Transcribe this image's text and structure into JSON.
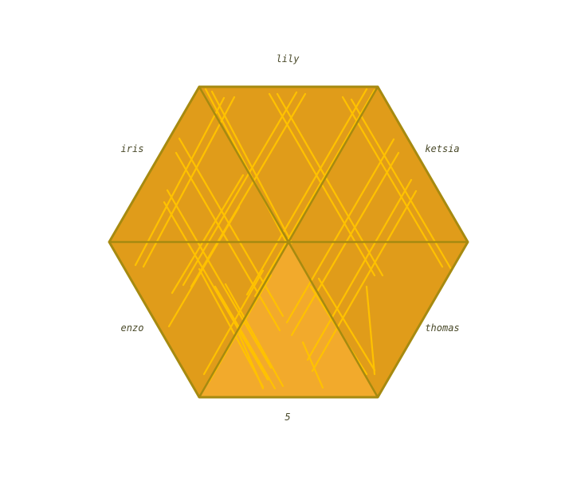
{
  "colors": {
    "face": "#E09C1A",
    "face_highlight": "#F2AA2C",
    "edge": "#A68A10",
    "hatch": "#FFC200",
    "label": "#4a4a2a"
  },
  "labels": {
    "top": "lily",
    "top_right": "ketsia",
    "bottom_right": "thomas",
    "bottom": "5",
    "bottom_left": "enzo",
    "top_left": "iris"
  },
  "highlighted_sector": "bottom"
}
